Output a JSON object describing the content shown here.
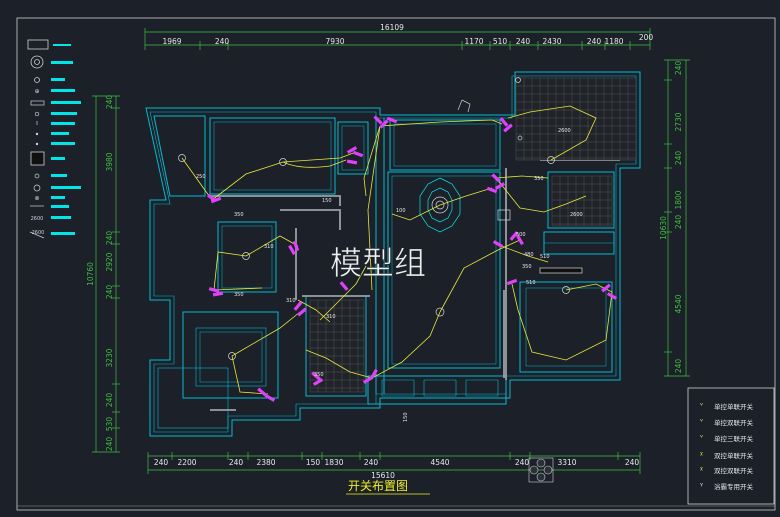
{
  "colors": {
    "background": "#1b2029",
    "wall": "#00bcd4",
    "wire": "#e8e83a",
    "switch": "#e040fb",
    "dimension": "#3fbf3f",
    "text": "#e8e8e8",
    "title": "#f0f020",
    "watermark": "#ffffff"
  },
  "watermark": "模型组",
  "title": "开关布置图",
  "dimensions": {
    "top_total": "16109",
    "top_segments": [
      "1969",
      "240",
      "7930",
      "1170",
      "510",
      "240",
      "2430",
      "240",
      "1180",
      "200"
    ],
    "bottom_total": "15610",
    "bottom_segments": [
      "240",
      "2200",
      "240",
      "2380",
      "150",
      "1830",
      "240",
      "4540",
      "240",
      "3310",
      "240"
    ],
    "left_total": "10760",
    "left_segments": [
      "240",
      "3980",
      "240",
      "2920",
      "240",
      "3230",
      "240",
      "530",
      "240"
    ],
    "right_total": "10630",
    "right_segments": [
      "240",
      "2730",
      "240",
      "1800",
      "240",
      "4540",
      "240"
    ]
  },
  "annotations": [
    "250",
    "150",
    "350",
    "100",
    "310",
    "310",
    "310",
    "350",
    "500",
    "350",
    "350",
    "350",
    "510",
    "480",
    "510",
    "2600",
    "2600",
    "150"
  ],
  "legend": {
    "items": [
      {
        "label": "单控单联开关",
        "icon": "single-gang-switch-icon"
      },
      {
        "label": "单控双联开关",
        "icon": "double-gang-switch-icon"
      },
      {
        "label": "单控三联开关",
        "icon": "triple-gang-switch-icon"
      },
      {
        "label": "双控单联开关",
        "icon": "two-way-single-switch-icon"
      },
      {
        "label": "双控双联开关",
        "icon": "two-way-double-switch-icon"
      },
      {
        "label": "浴霸专用开关",
        "icon": "bath-heater-switch-icon"
      }
    ]
  },
  "left_symbols": [
    "2600",
    "2600"
  ]
}
